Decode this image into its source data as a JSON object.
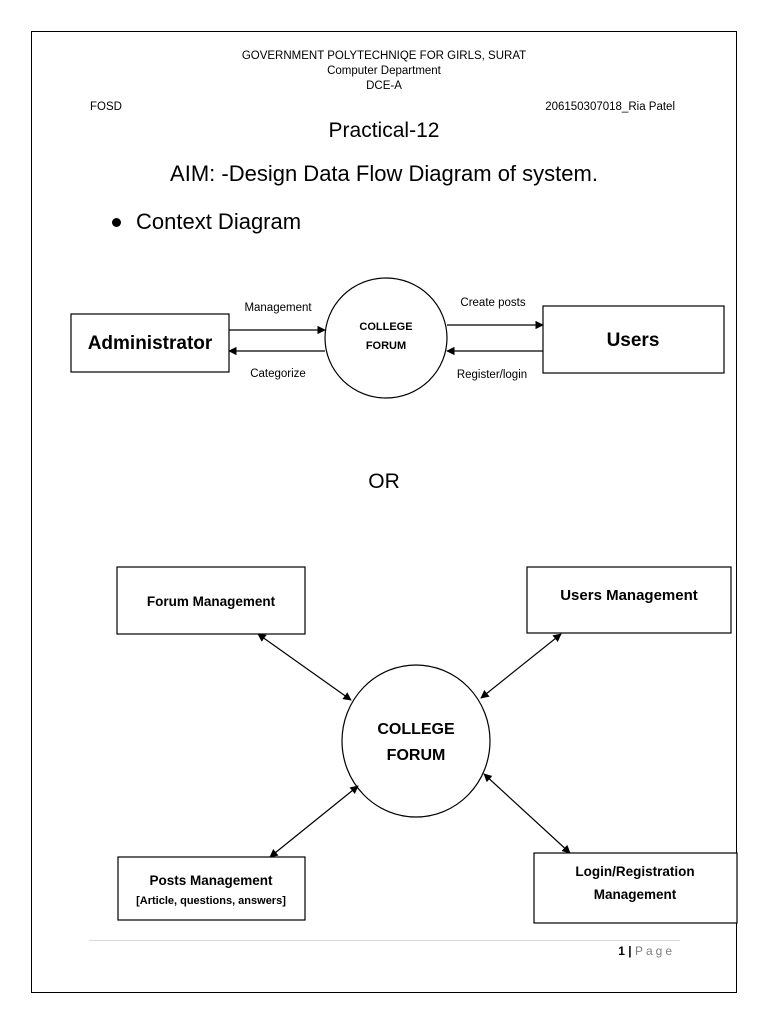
{
  "header": {
    "line1": "GOVERNMENT POLYTECHNIQE FOR GIRLS, SURAT",
    "line2": "Computer Department",
    "line3": "DCE-A",
    "left": "FOSD",
    "right": "206150307018_Ria Patel"
  },
  "title": "Practical-12",
  "aim": "AIM: -Design Data Flow Diagram of system.",
  "bullet": "Context Diagram",
  "context_diagram": {
    "left_entity": "Administrator",
    "right_entity": "Users",
    "process_line1": "COLLEGE",
    "process_line2": "FORUM",
    "flow_admin_to_forum": "Management",
    "flow_forum_to_admin": "Categorize",
    "flow_forum_to_users": "Create posts",
    "flow_users_to_forum": "Register/login"
  },
  "or_text": "OR",
  "level_diagram": {
    "center_line1": "COLLEGE",
    "center_line2": "FORUM",
    "forum_management": "Forum Management",
    "users_management": "Users Management",
    "posts_management": "Posts Management",
    "posts_management_sub": "[Article, questions, answers]",
    "login_line1": "Login/Registration",
    "login_line2": "Management"
  },
  "footer": {
    "page_number": "1",
    "separator": "|",
    "page_word": "Page"
  }
}
